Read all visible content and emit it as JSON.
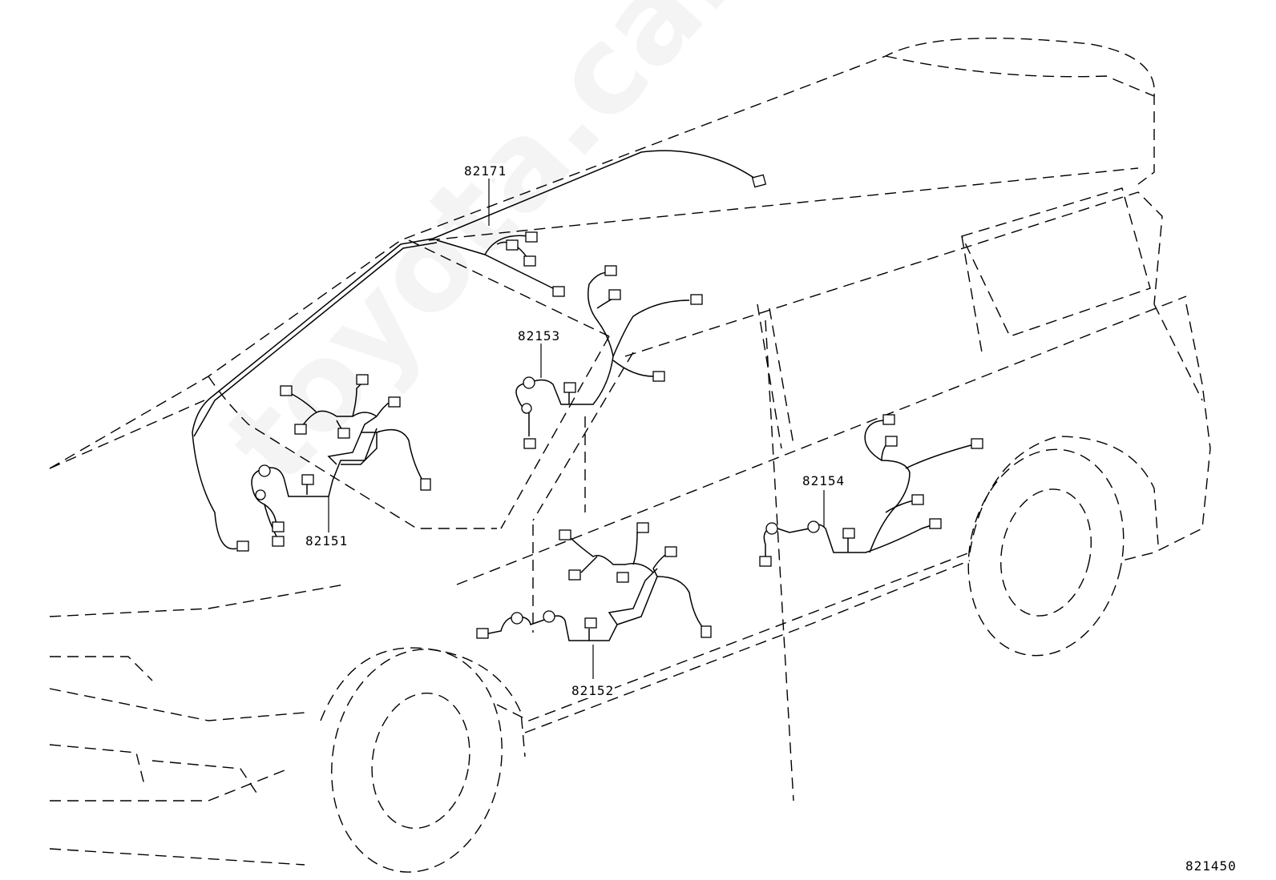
{
  "labels": {
    "roof": "82171",
    "front_door_left": "82151",
    "front_door_right": "82152",
    "rear_door_front": "82153",
    "rear_door_rear": "82154",
    "figure_id": "821450"
  },
  "watermark": "toyota.carwiringdiagram.ru"
}
